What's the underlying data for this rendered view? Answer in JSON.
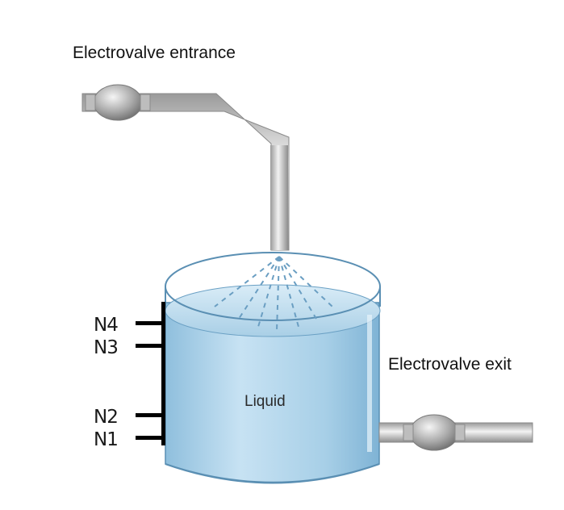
{
  "labels": {
    "entrance": "Electrovalve entrance",
    "exit": "Electrovalve exit",
    "liquid": "Liquid"
  },
  "levels": [
    "N4",
    "N3",
    "N2",
    "N1"
  ],
  "colors": {
    "pipe": "#c8c8c8",
    "liquid": "#a9cfe6",
    "tank_outline": "#4a8fb8",
    "sensor_bar": "#000000"
  }
}
